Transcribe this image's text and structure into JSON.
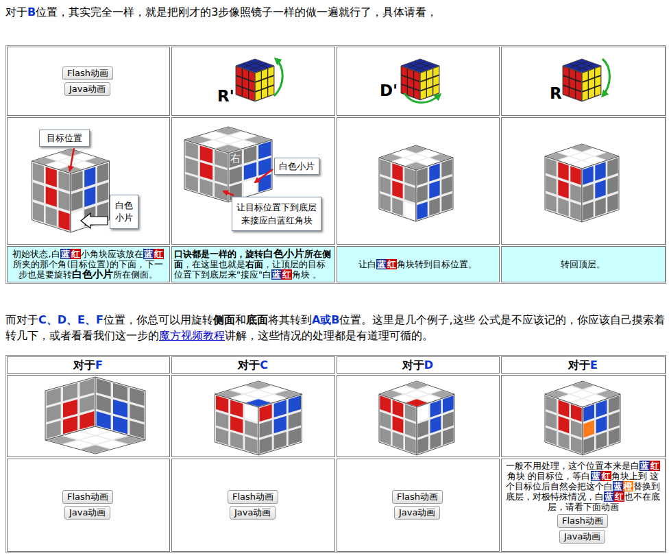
{
  "diagram": {
    "nodes": [
      {
        "text": [
          "Flash动画"
        ]
      },
      {
        "text": [
          "Java动画"
        ]
      },
      {
        "text": [
          "目标位置"
        ]
      },
      {
        "text": [
          "白色 小片"
        ]
      },
      {
        "text": [
          "白色小片"
        ]
      },
      {
        "text": [
          "让目标位置下到底层 来接应白蓝红角块"
        ]
      },
      {
        "text": [
          "Flash动画"
        ]
      },
      {
        "text": [
          "Java动画"
        ]
      },
      {
        "text": [
          "Flash动画"
        ]
      },
      {
        "text": [
          "Java动画"
        ]
      },
      {
        "text": [
          "Flash动画"
        ]
      },
      {
        "text": [
          "Java动画"
        ]
      },
      {
        "text": [
          "Flash动画"
        ]
      },
      {
        "text": [
          "Java动画"
        ]
      }
    ],
    "labels": [
      "对于",
      "B",
      "位置，其实完全一样，就是把刚才的3步像照镜子一样的做一遍就行了，具体请看，",
      "R'",
      "D'",
      "R",
      "右",
      "初始状态,白",
      "蓝",
      "红",
      "小角块应该放在",
      "蓝",
      "红",
      "所夹的那个角(目标位置)的下面，下一步也是要旋转",
      "白色小片",
      "所在侧面。",
      "口诀都是一样的，旋转",
      "白色小片",
      "所在侧面",
      "，在这里也就是",
      "右面",
      "，让顶层的目标位置下到底层来\"接应\"白",
      "蓝",
      "红",
      "角块 。",
      "让白",
      "蓝",
      "红",
      "角块转到目标位置。",
      "转回顶层。",
      "而对于",
      "C、D、E、F",
      "位置，你总可以用旋转",
      "侧面",
      "和",
      "底面",
      "将其转到",
      "A或B",
      "位置。这里是几个例子,这些 公式是不应该记的，你应该自己摸索着转几下，或者看看我们这一步的",
      "魔方视频教程",
      "讲解，这些情况的处理都是有道理可循的。",
      "对于",
      "F",
      "对于",
      "C",
      "对于",
      "D",
      "对于",
      "E",
      "一般不用处理，这个位置本来是白",
      "蓝",
      "红",
      "角块 的目标位，等白",
      "蓝",
      "红",
      "角块上到 这个目标位后自然会把这个白",
      "蓝",
      "橙",
      "替换到底层，对极特殊情况，白",
      "蓝",
      "红",
      "也不在底层，请看下面动画"
    ]
  }
}
